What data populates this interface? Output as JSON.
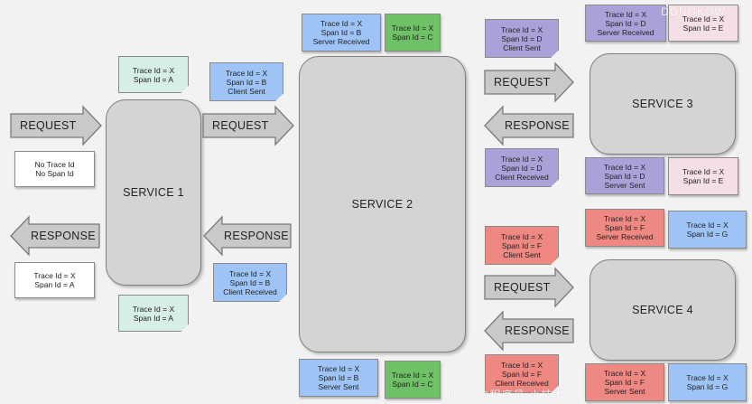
{
  "colors": {
    "teal": "#d7ede8",
    "blue": "#9ec4f7",
    "green": "#6fc166",
    "purple": "#a9a2d8",
    "pink": "#f4dfe6",
    "red": "#ef8783",
    "white": "#ffffff",
    "service": "#d4d4d4",
    "arrow": "#c9c9c9"
  },
  "services": [
    {
      "id": "service-1",
      "label": "SERVICE 1"
    },
    {
      "id": "service-2",
      "label": "SERVICE 2"
    },
    {
      "id": "service-3",
      "label": "SERVICE 3"
    },
    {
      "id": "service-4",
      "label": "SERVICE 4"
    }
  ],
  "arrows": [
    {
      "id": "request-in",
      "label": "REQUEST",
      "direction": "right"
    },
    {
      "id": "response-out",
      "label": "RESPONSE",
      "direction": "left"
    },
    {
      "id": "request-s1-s2",
      "label": "REQUEST",
      "direction": "right"
    },
    {
      "id": "response-s2-s1",
      "label": "RESPONSE",
      "direction": "left"
    },
    {
      "id": "request-s2-s3",
      "label": "REQUEST",
      "direction": "right"
    },
    {
      "id": "response-s3-s2",
      "label": "RESPONSE",
      "direction": "left"
    },
    {
      "id": "request-s2-s4",
      "label": "REQUEST",
      "direction": "right"
    },
    {
      "id": "response-s4-s2",
      "label": "RESPONSE",
      "direction": "left"
    }
  ],
  "notes": [
    {
      "id": "n1",
      "color": "teal",
      "lines": [
        "Trace Id = X",
        "Span Id = A"
      ]
    },
    {
      "id": "n2",
      "color": "white",
      "lines": [
        "No Trace Id",
        "No Span Id"
      ]
    },
    {
      "id": "n3",
      "color": "white",
      "lines": [
        "Trace Id = X",
        "Span Id = A"
      ]
    },
    {
      "id": "n4",
      "color": "teal",
      "lines": [
        "Trace Id = X",
        "Span Id = A"
      ]
    },
    {
      "id": "n5",
      "color": "blue",
      "lines": [
        "Trace Id = X",
        "Span Id = B",
        "Client Sent"
      ]
    },
    {
      "id": "n6",
      "color": "blue",
      "lines": [
        "Trace Id = X",
        "Span Id = B",
        "Client Received"
      ]
    },
    {
      "id": "n7",
      "color": "blue",
      "lines": [
        "Trace Id = X",
        "Span Id = B",
        "Server Received"
      ]
    },
    {
      "id": "n8",
      "color": "green",
      "lines": [
        "Trace Id = X",
        "Span Id = C"
      ]
    },
    {
      "id": "n9",
      "color": "blue",
      "lines": [
        "Trace Id = X",
        "Span Id = B",
        "Server Sent"
      ]
    },
    {
      "id": "n10",
      "color": "green",
      "lines": [
        "Trace Id = X",
        "Span Id = C"
      ]
    },
    {
      "id": "n11",
      "color": "purple",
      "lines": [
        "Trace Id = X",
        "Span Id = D",
        "Client Sent"
      ]
    },
    {
      "id": "n12",
      "color": "purple",
      "lines": [
        "Trace Id = X",
        "Span Id = D",
        "Server Received"
      ]
    },
    {
      "id": "n13",
      "color": "pink",
      "lines": [
        "Trace Id = X",
        "Span Id = E"
      ]
    },
    {
      "id": "n14",
      "color": "purple",
      "lines": [
        "Trace Id = X",
        "Span Id = D",
        "Client Received"
      ]
    },
    {
      "id": "n15",
      "color": "purple",
      "lines": [
        "Trace Id = X",
        "Span Id = D",
        "Server Sent"
      ]
    },
    {
      "id": "n16",
      "color": "pink",
      "lines": [
        "Trace Id = X",
        "Span Id = E"
      ]
    },
    {
      "id": "n17",
      "color": "red",
      "lines": [
        "Trace Id = X",
        "Span Id = F",
        "Client Sent"
      ]
    },
    {
      "id": "n18",
      "color": "red",
      "lines": [
        "Trace Id = X",
        "Span Id = F",
        "Server Received"
      ]
    },
    {
      "id": "n19",
      "color": "blue",
      "lines": [
        "Trace Id = X",
        "Span Id = G"
      ]
    },
    {
      "id": "n20",
      "color": "red",
      "lines": [
        "Trace Id = X",
        "Span Id = F",
        "Client Received"
      ]
    },
    {
      "id": "n21",
      "color": "red",
      "lines": [
        "Trace Id = X",
        "Span Id = F",
        "Server Sent"
      ]
    },
    {
      "id": "n22",
      "color": "blue",
      "lines": [
        "Trace Id = X",
        "Span Id = G"
      ]
    }
  ],
  "watermark_top": "DONGKOW",
  "watermark_bottom": "DDN @程序员-小技术"
}
